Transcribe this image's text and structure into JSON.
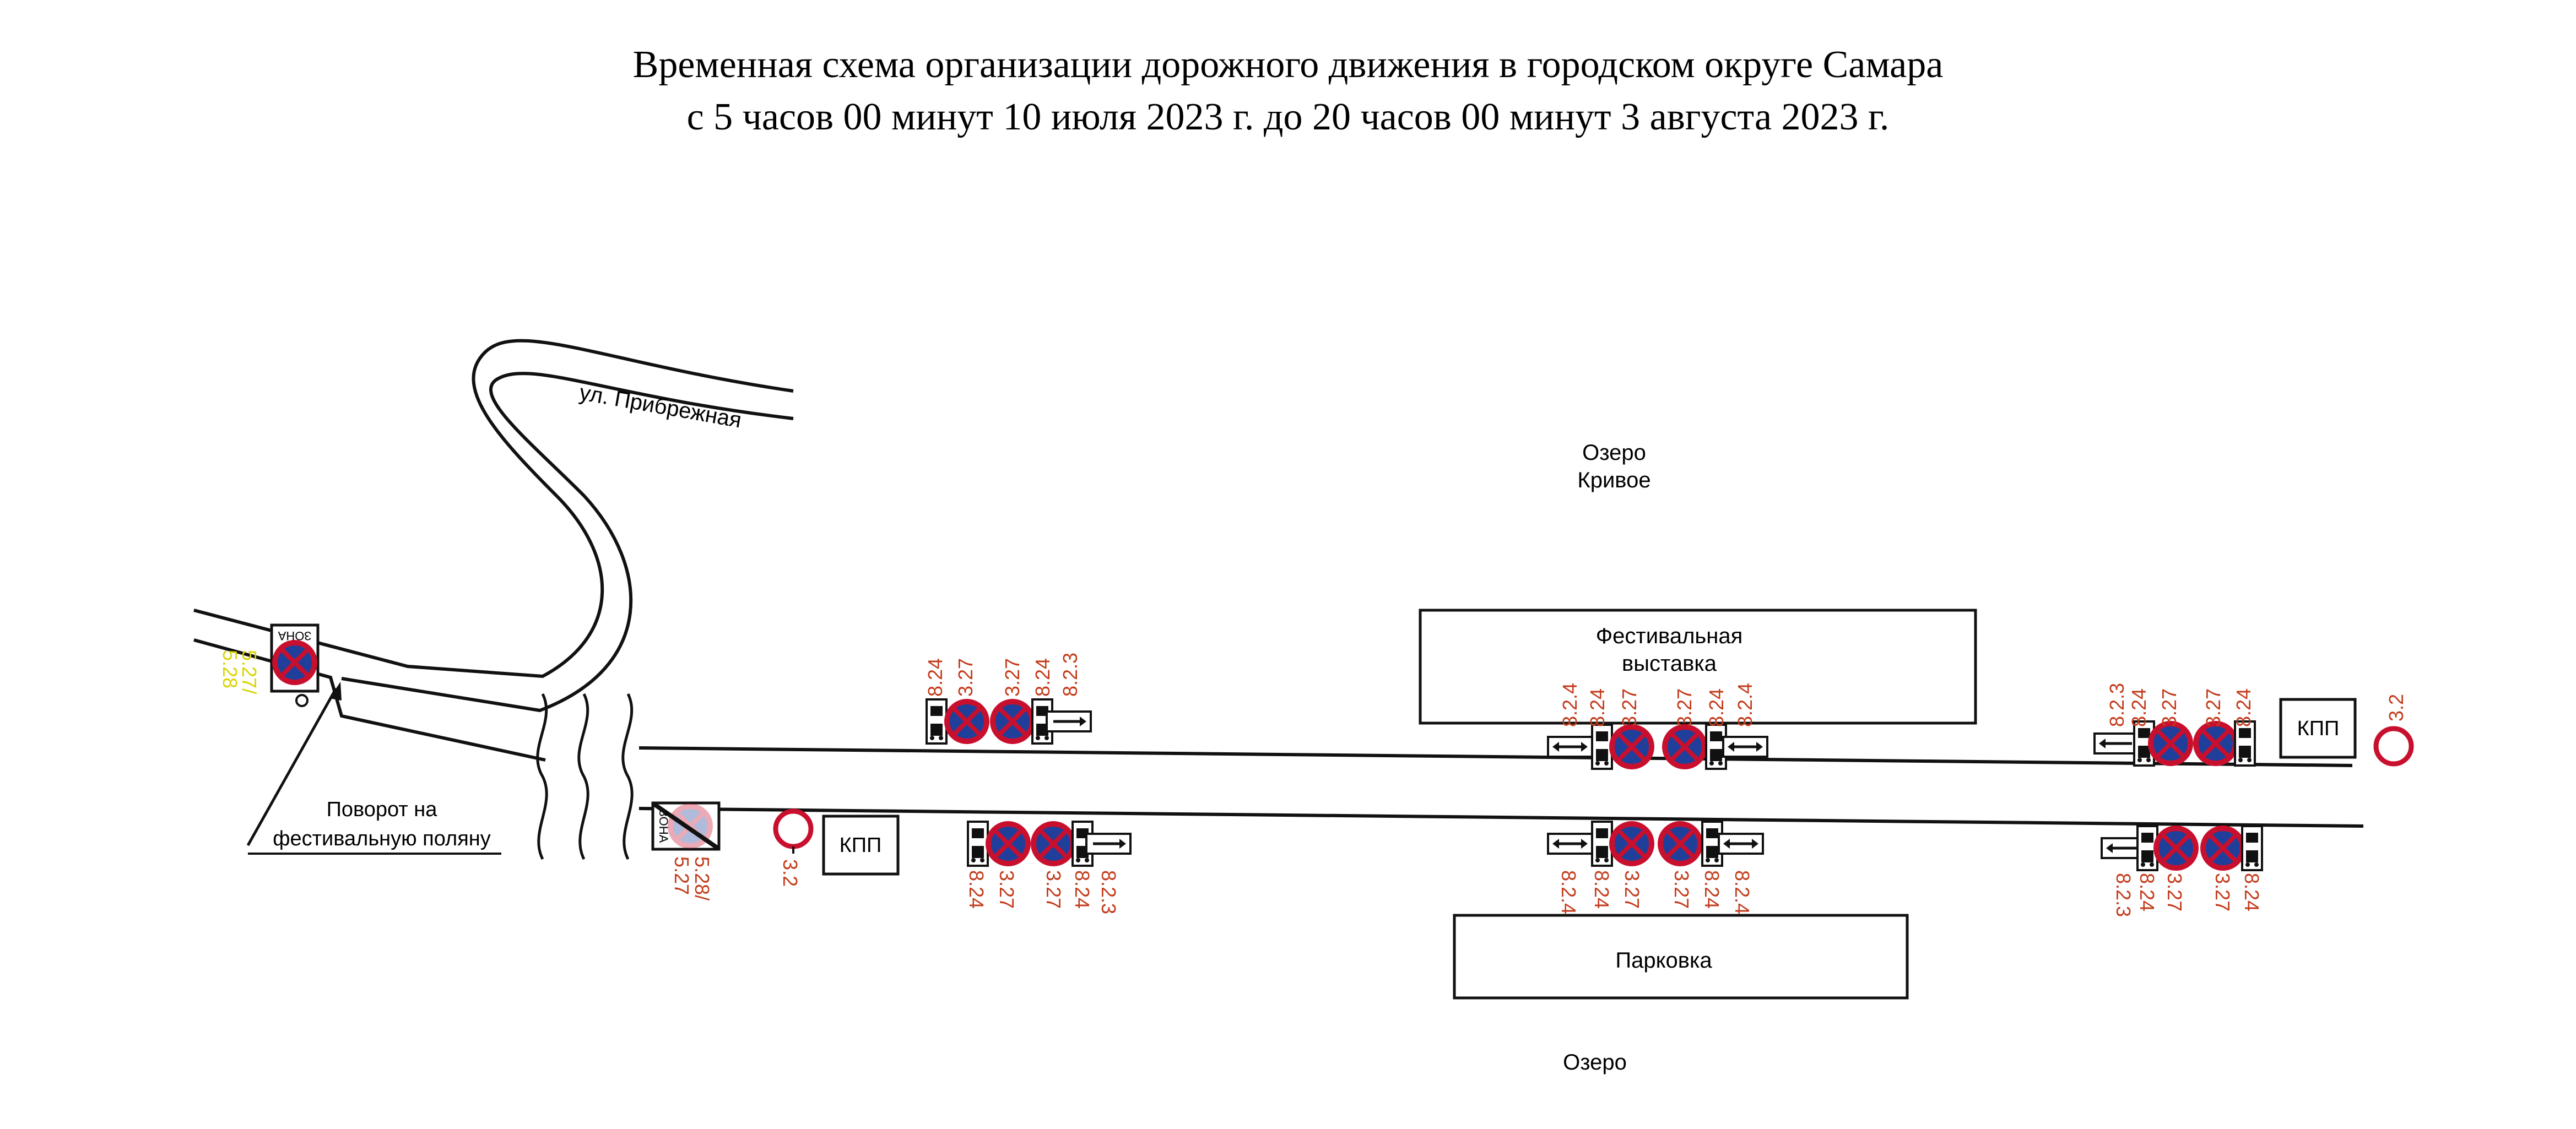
{
  "title": {
    "line1": "Временная схема организации дорожного движения в городском округе Самара",
    "line2": "с 5 часов 00 минут 10 июля 2023 г. до 20 часов 00 минут 3 августа 2023 г."
  },
  "labels": {
    "street": "ул. Прибрежная",
    "lake_top_1": "Озеро",
    "lake_top_2": "Кривое",
    "lake_bottom": "Озеро",
    "exhibition_1": "Фестивальная",
    "exhibition_2": "выставка",
    "parking": "Парковка",
    "turn_1": "Поворот на",
    "turn_2": "фестивальную поляну",
    "checkpoint": "КПП",
    "zone_sign_text": "ЗОНА",
    "end_zone_sign_text": "ЗОНА"
  },
  "sign_codes": {
    "zone_1": "5.27/",
    "zone_2": "5.28",
    "end_zone_1": "5.28/",
    "end_zone_2": "5.27",
    "no_entry": "3.2",
    "no_stopping": "3.27",
    "zone_range": "8.24",
    "direction_both": "8.2.4",
    "direction_one": "8.2.3"
  },
  "colors": {
    "sign_red": "#c8102e",
    "sign_blue": "#1f3f9b",
    "code_red": "#c33a1a",
    "code_yellow": "#d9d400",
    "line": "#111111"
  }
}
